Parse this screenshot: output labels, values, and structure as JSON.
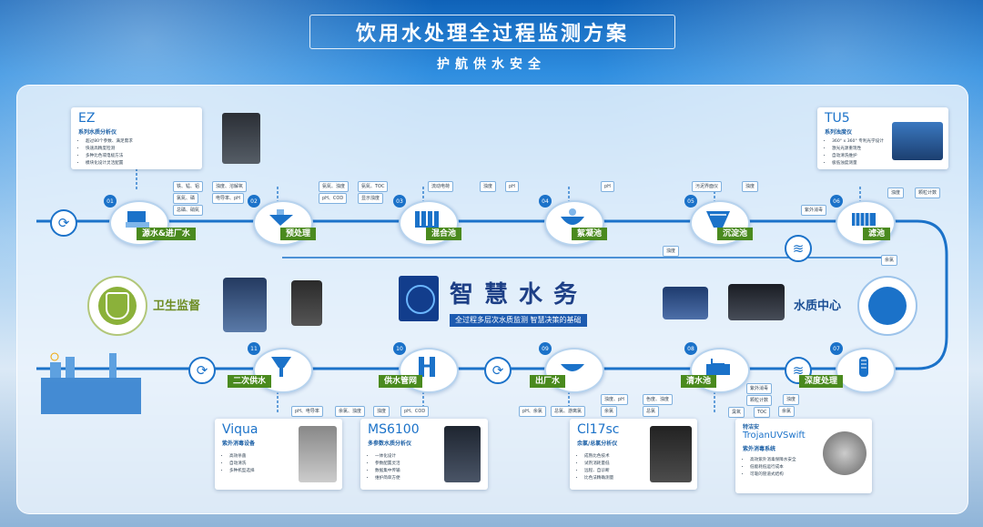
{
  "header": {
    "title": "饮用水处理全过程监测方案",
    "subtitle": "护航供水安全"
  },
  "center": {
    "headline": "智慧水务",
    "slogan": "全过程多层次水质监测  智慧决策的基础"
  },
  "side": {
    "left_label": "卫生监督",
    "right_label": "水质中心"
  },
  "stages": [
    {
      "num": "01",
      "label": "源水&进厂水"
    },
    {
      "num": "02",
      "label": "预处理"
    },
    {
      "num": "03",
      "label": "混合池"
    },
    {
      "num": "04",
      "label": "絮凝池"
    },
    {
      "num": "05",
      "label": "沉淀池"
    },
    {
      "num": "06",
      "label": "滤池"
    },
    {
      "num": "07",
      "label": "深度处理"
    },
    {
      "num": "08",
      "label": "清水池"
    },
    {
      "num": "09",
      "label": "出厂水"
    },
    {
      "num": "10",
      "label": "供水管网"
    },
    {
      "num": "11",
      "label": "二次供水"
    }
  ],
  "tags": {
    "t1": "铁、锰、铝",
    "t2": "浊度、溶解氧",
    "t3": "氯氮、磷",
    "t4": "电导率、pH",
    "t5": "总磷、硝氮",
    "t6": "氨氮、浊度",
    "t7": "氨氮、TOC",
    "t8": "pH、COD",
    "t9": "显示浊度",
    "t10": "流动电荷",
    "t11": "浊度",
    "t12": "pH",
    "t13": "pH",
    "t14": "污泥界面仪",
    "t15": "浊度",
    "t16": "浊度",
    "t17": "紫外消毒",
    "t18": "余氯",
    "t19": "浊度",
    "t20": "颗粒计数",
    "t21": "浊度",
    "t22": "紫外消毒",
    "t23": "颗粒计数",
    "t24": "余氯",
    "t25": "TOC",
    "t26": "臭氧",
    "t27": "浊度、pH",
    "t28": "色度、浊度",
    "t29": "余氯",
    "t30": "总氯",
    "t31": "pH、余氯",
    "t32": "总氯、游离氯",
    "t33": "pH、电导率",
    "t34": "余氯、浊度",
    "t35": "浊度",
    "t36": "pH、COD"
  },
  "cards": {
    "ez": {
      "model": "EZ",
      "desc": "系列水质分析仪",
      "items": [
        "超过80个参数、满足需求",
        "快速高精度检测",
        "多种比色或电极方法",
        "模块化设计灵活配置"
      ]
    },
    "tu5": {
      "model": "TU5",
      "desc": "系列浊度仪",
      "items": [
        "360° x 360° 专利光学设计",
        "激光光源重现性",
        "自动清洗维护",
        "极低浊度测量"
      ]
    },
    "viqua": {
      "model": "Viqua",
      "desc": "紫外消毒设备",
      "items": [
        "高效杀菌",
        "自动清洗",
        "多种机型选择"
      ]
    },
    "ms6100": {
      "model": "MS6100",
      "desc": "多参数水质分析仪",
      "items": [
        "一体化设计",
        "参数配置灵活",
        "数据集中传输",
        "维护简单方便"
      ]
    },
    "cl17sc": {
      "model": "Cl17sc",
      "desc": "余氯/总氯分析仪",
      "items": [
        "成熟比色技术",
        "试剂消耗量低",
        "远程、自诊断",
        "比色法精确测量"
      ]
    },
    "trojan": {
      "model_line1": "特洁安",
      "model_line2": "TrojanUVSwift",
      "desc": "紫外消毒系统",
      "items": [
        "高效紫外消毒保障水安全",
        "低能耗低运行成本",
        "可靠的管道式结构"
      ]
    }
  },
  "colors": {
    "accent": "#1b72c9",
    "green": "#4a8a1e",
    "navy": "#1d3f86"
  }
}
